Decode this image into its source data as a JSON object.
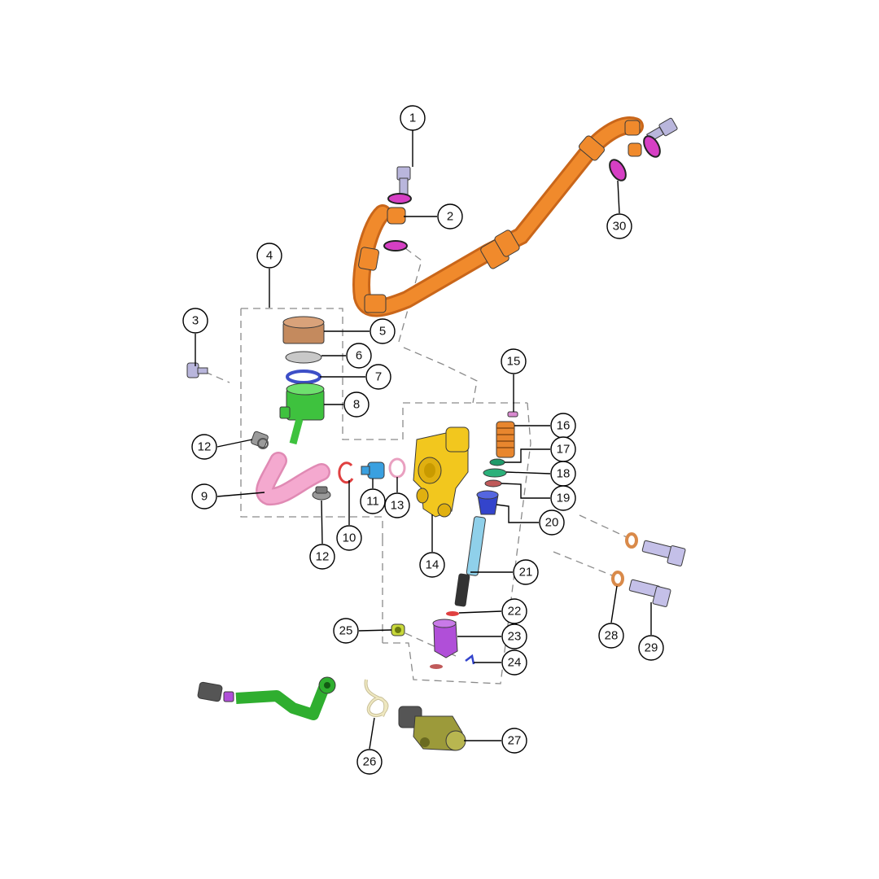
{
  "diagram": {
    "colors": {
      "hose": "#f08a2c",
      "hose_dark": "#c9661a",
      "washer": "#d63fc4",
      "bolt": "#b9b6dc",
      "reservoir_cap": "#c48a5e",
      "diaphragm": "#c8c8c8",
      "oring_blue": "#3d4fc7",
      "reservoir": "#3ec23e",
      "clamp": "#9a9a9a",
      "hose_pink": "#f4a9cf",
      "circlip": "#e04040",
      "fitting_blue": "#3aa0e0",
      "oring_pink": "#e9a0c0",
      "pump_body": "#f2c71e",
      "spring_orange": "#e8862e",
      "seal_green": "#1f9a6a",
      "cup_blue": "#3344cc",
      "piston_rod": "#8fd0ea",
      "clevis_purple": "#b04fd8",
      "pin_yellowgreen": "#c8d83a",
      "lever_green": "#2fae2f",
      "spring_cream": "#efe8c0",
      "pivot_olive": "#9c9a3a",
      "copper_washer": "#d98a4a",
      "long_bolt": "#c4c0e8"
    },
    "callouts": [
      "1",
      "2",
      "3",
      "4",
      "5",
      "6",
      "7",
      "8",
      "9",
      "10",
      "11",
      "12",
      "12",
      "13",
      "14",
      "15",
      "16",
      "17",
      "18",
      "19",
      "20",
      "21",
      "22",
      "23",
      "24",
      "25",
      "26",
      "27",
      "28",
      "29",
      "30"
    ]
  }
}
